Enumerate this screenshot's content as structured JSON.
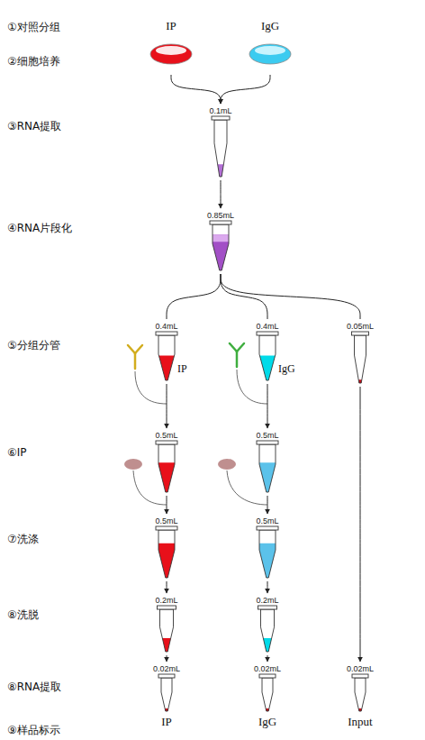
{
  "diagram": {
    "nodes": [
      {
        "text": [
          "IP"
        ]
      },
      {
        "text": [
          "IgG"
        ]
      },
      {
        "text": [
          "0.1mL"
        ]
      },
      {
        "text": [
          "0.85mL"
        ]
      },
      {
        "text": [
          "0.4mL",
          "IP"
        ]
      },
      {
        "text": [
          "0.4mL",
          "IgG"
        ]
      },
      {
        "text": [
          "0.05mL"
        ]
      },
      {
        "text": [
          "0.5mL"
        ]
      },
      {
        "text": [
          "0.5mL"
        ]
      },
      {
        "text": [
          "0.5mL"
        ]
      },
      {
        "text": [
          "0.5mL"
        ]
      },
      {
        "text": [
          "0.2mL"
        ]
      },
      {
        "text": [
          "0.2mL"
        ]
      },
      {
        "text": [
          "0.02mL",
          "IP"
        ]
      },
      {
        "text": [
          "0.02mL",
          "IgG"
        ]
      },
      {
        "text": [
          "0.02mL",
          "Input"
        ]
      }
    ],
    "edges": [
      {
        "from": 0,
        "to": 2,
        "arrow": "to"
      },
      {
        "from": 1,
        "to": 2,
        "arrow": "to"
      },
      {
        "from": 2,
        "to": 3,
        "arrow": "to"
      },
      {
        "from": 3,
        "to": 4,
        "arrow": "none"
      },
      {
        "from": 3,
        "to": 5,
        "arrow": "none"
      },
      {
        "from": 3,
        "to": 6,
        "arrow": "none"
      },
      {
        "from": 4,
        "to": 7,
        "arrow": "to"
      },
      {
        "from": 5,
        "to": 8,
        "arrow": "to"
      },
      {
        "from": 7,
        "to": 9,
        "arrow": "to"
      },
      {
        "from": 8,
        "to": 10,
        "arrow": "to"
      },
      {
        "from": 9,
        "to": 11,
        "arrow": "to"
      },
      {
        "from": 10,
        "to": 12,
        "arrow": "to"
      },
      {
        "from": 11,
        "to": 13,
        "arrow": "to"
      },
      {
        "from": 12,
        "to": 14,
        "arrow": "to"
      },
      {
        "from": 6,
        "to": 15,
        "arrow": "to"
      }
    ],
    "labels": [
      "①对照分组",
      "②细胞培养",
      "③RNA提取",
      "④RNA片段化",
      "⑤分组分管",
      "⑥IP",
      "⑦洗涤",
      "⑧洗脱",
      "⑧RNA提取",
      "⑨样品标示"
    ]
  }
}
